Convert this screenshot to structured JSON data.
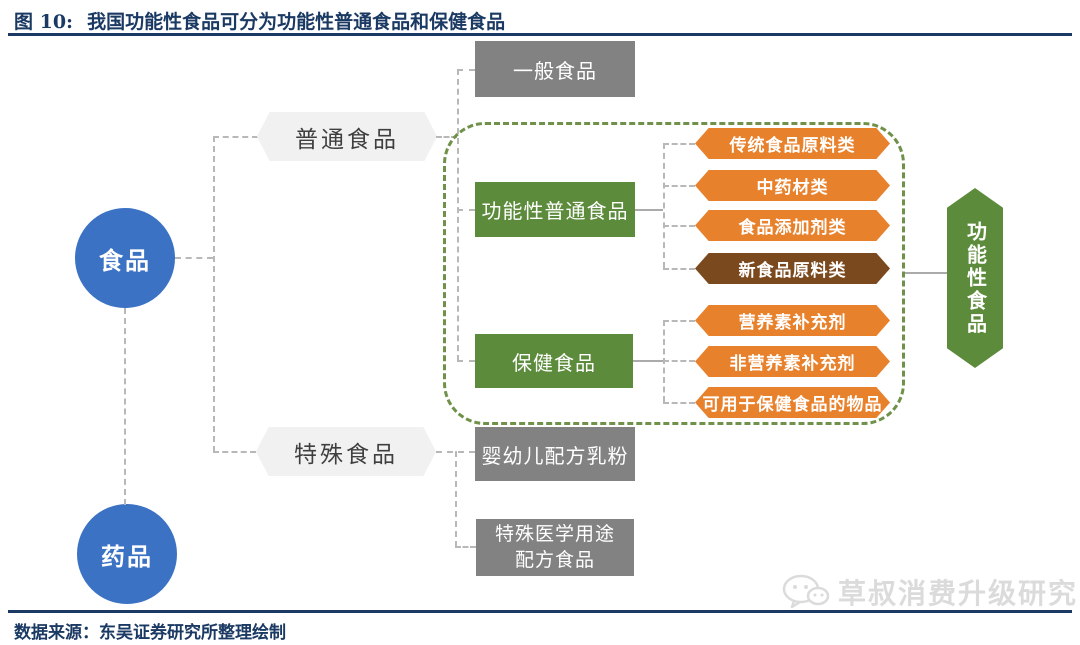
{
  "header": {
    "figure_label": "图 10:",
    "title": "我国功能性食品可分为功能性普通食品和保健食品"
  },
  "footer": {
    "source": "数据来源：东吴证券研究所整理绘制",
    "watermark": "草叔消费升级研究"
  },
  "diagram": {
    "root_nodes": {
      "food": "食品",
      "drug": "药品"
    },
    "level2": {
      "ordinary_food": "普通食品",
      "special_food": "特殊食品"
    },
    "level3": {
      "general_food": "一般食品",
      "functional_ordinary_food": "功能性普通食品",
      "health_food": "保健食品",
      "infant_formula": "婴幼儿配方乳粉",
      "special_medical": {
        "line1": "特殊医学用途",
        "line2": "配方食品"
      }
    },
    "functional_ordinary_categories": [
      "传统食品原料类",
      "中药材类",
      "食品添加剂类",
      "新食品原料类"
    ],
    "health_food_categories": [
      "营养素补充剂",
      "非营养素补充剂",
      "可用于保健食品的物品"
    ],
    "result_node": "功能性食品",
    "colors": {
      "circle_blue": "#3b72c4",
      "node_green": "#5c8b3c",
      "node_gray": "#828282",
      "chip_light_gray": "#f1f1f1",
      "arrow_orange": "#e8812c",
      "arrow_brown": "#7b491e",
      "group_frame_green": "#6f9149",
      "title_navy": "#1b3a63",
      "connector_gray": "#b8b8b8"
    }
  }
}
